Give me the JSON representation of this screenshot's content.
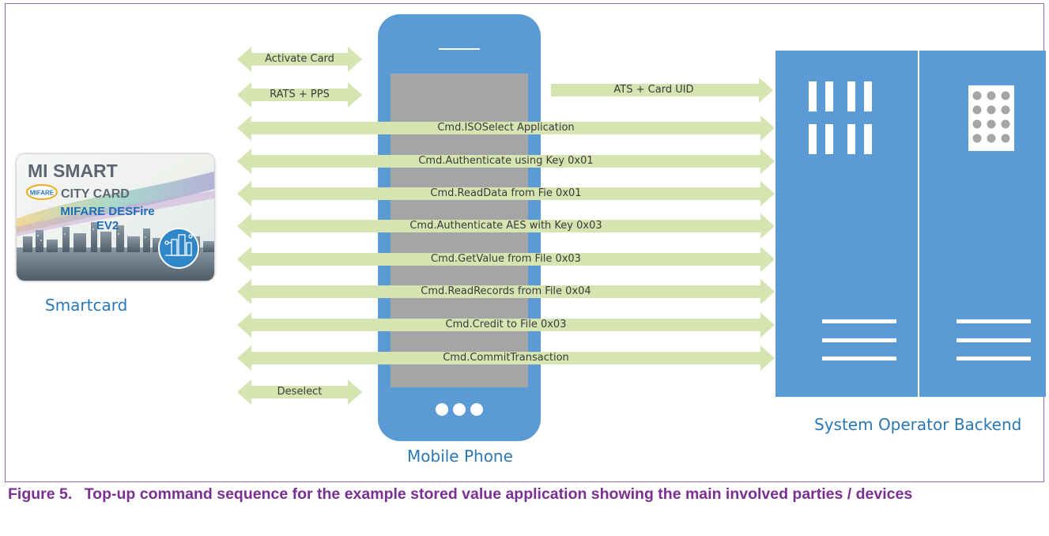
{
  "figure": {
    "number": "Figure 5.",
    "caption": "Top-up command sequence for the example stored value application showing the main involved parties / devices"
  },
  "parties": {
    "smartcard": "Smartcard",
    "mobile_phone": "Mobile Phone",
    "backend": "System Operator Backend"
  },
  "card": {
    "brand_line1": "MI SMART",
    "mifare_badge": "MIFARE",
    "brand_line2": "CITY CARD",
    "product_line1": "MIFARE DESFire",
    "product_line2": "EV2"
  },
  "arrows": {
    "activate": "Activate Card",
    "rats": "RATS + PPS",
    "ats": "ATS + Card UID",
    "deselect": "Deselect",
    "commands": [
      "Cmd.ISOSelect Application",
      "Cmd.Authenticate using Key 0x01",
      "Cmd.ReadData from Fie 0x01",
      "Cmd.Authenticate AES with Key 0x03",
      "Cmd.GetValue from File 0x03",
      "Cmd.ReadRecords from File 0x04",
      "Cmd.Credit to File 0x03",
      "Cmd.CommitTransaction"
    ]
  },
  "colors": {
    "device_blue": "#5b9bd5",
    "screen_gray": "#a5a5a5",
    "arrow_green": "#d6e4b2",
    "caption_purple": "#7b2f93",
    "label_blue": "#2b78b6"
  }
}
